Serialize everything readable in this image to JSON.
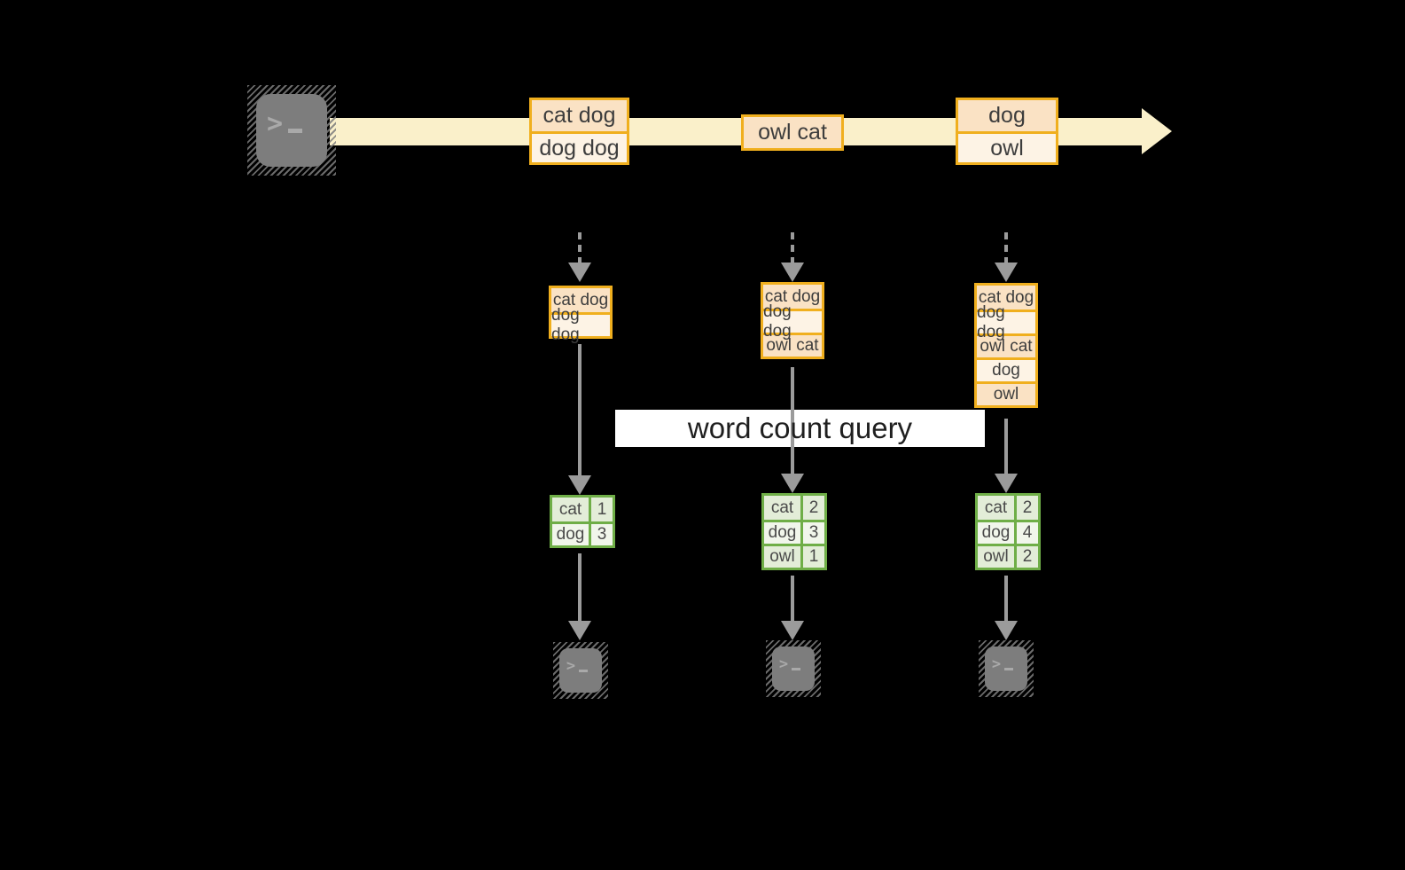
{
  "colors": {
    "canvas-bg": "#000000",
    "band-cream": "#FAF0CA",
    "peach-dark": "#FAE2C4",
    "peach-light": "#FDF3E5",
    "orange-border": "#F0AF1E",
    "green-border": "#6FAE47",
    "green-dark": "#E3EDD8",
    "green-light": "#F1F6EB",
    "arrow-gray": "#9B9B9B",
    "terminal-gray": "#7D7D7D",
    "text-dark": "#3D3D3D",
    "query-bg": "#FFFFFF"
  },
  "query": {
    "label": "word count query"
  },
  "icons": {
    "terminal": "terminal-icon",
    "prompt_glyph": ">"
  },
  "stream": {
    "messages": [
      {
        "rows": [
          "cat dog",
          "dog dog"
        ]
      },
      {
        "rows": [
          "owl cat"
        ]
      },
      {
        "rows": [
          "dog",
          "owl"
        ]
      }
    ]
  },
  "consumers": [
    {
      "buffer": [
        "cat dog",
        "dog dog"
      ],
      "counts": [
        [
          "cat",
          "1"
        ],
        [
          "dog",
          "3"
        ]
      ]
    },
    {
      "buffer": [
        "cat dog",
        "dog dog",
        "owl cat"
      ],
      "counts": [
        [
          "cat",
          "2"
        ],
        [
          "dog",
          "3"
        ],
        [
          "owl",
          "1"
        ]
      ]
    },
    {
      "buffer": [
        "cat dog",
        "dog dog",
        "owl cat",
        "dog",
        "owl"
      ],
      "counts": [
        [
          "cat",
          "2"
        ],
        [
          "dog",
          "4"
        ],
        [
          "owl",
          "2"
        ]
      ]
    }
  ]
}
